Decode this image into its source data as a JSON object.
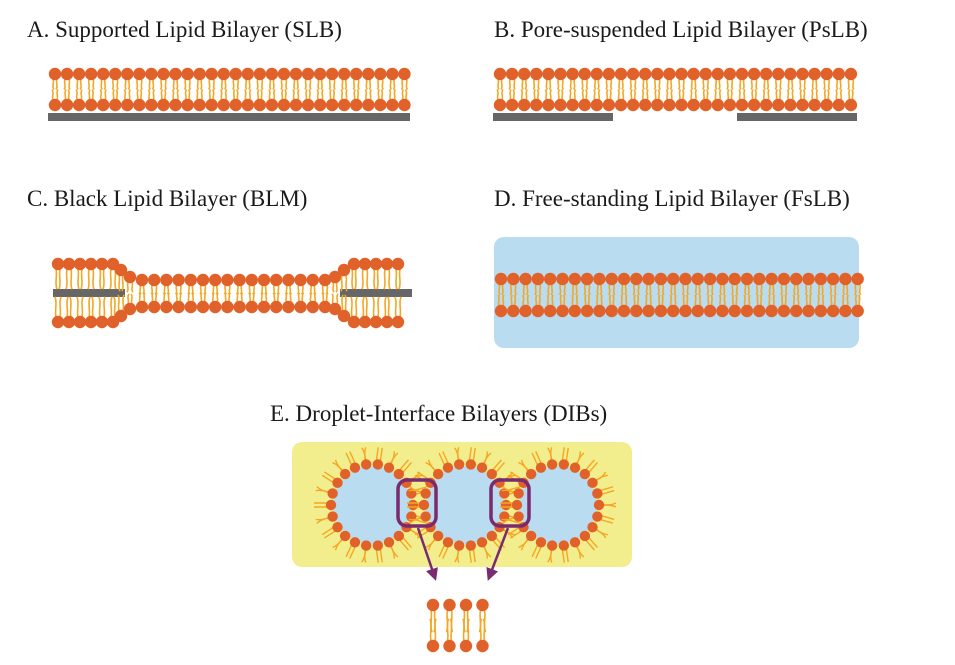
{
  "figure": {
    "panels": [
      {
        "id": "A",
        "title": "A. Supported Lipid Bilayer (SLB)",
        "support": "solid substrate"
      },
      {
        "id": "B",
        "title": "B. Pore-suspended Lipid Bilayer (PsLB)",
        "support": "porous substrate"
      },
      {
        "id": "C",
        "title": "C. Black Lipid Bilayer (BLM)",
        "support": "aperture in partition"
      },
      {
        "id": "D",
        "title": "D. Free-standing Lipid Bilayer (FsLB)",
        "support": "aqueous medium"
      },
      {
        "id": "E",
        "title": "E. Droplet-Interface Bilayers (DIBs)",
        "support": "oil medium with aqueous droplets"
      }
    ],
    "colors": {
      "lipid_head": "#e0622a",
      "lipid_tail": "#f5a623",
      "substrate": "#666666",
      "water": "#b9dcf0",
      "oil": "#f2ee8e",
      "highlight": "#7a2a6e"
    },
    "dib": {
      "droplet_count": 3,
      "interfaces_highlighted": 2,
      "inset_lipid_pairs": 4
    }
  }
}
